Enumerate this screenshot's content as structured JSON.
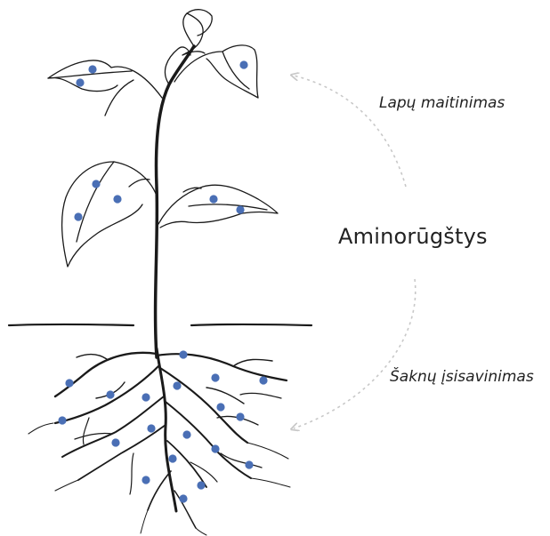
{
  "labels": {
    "foliar": "Lapų maitinimas",
    "center": "Aminorūgštys",
    "root": "Šaknų įsisavinimas"
  },
  "colors": {
    "dot": "#4a6fb5",
    "arrow": "#c8c8c8",
    "ink": "#1a1a1a"
  }
}
